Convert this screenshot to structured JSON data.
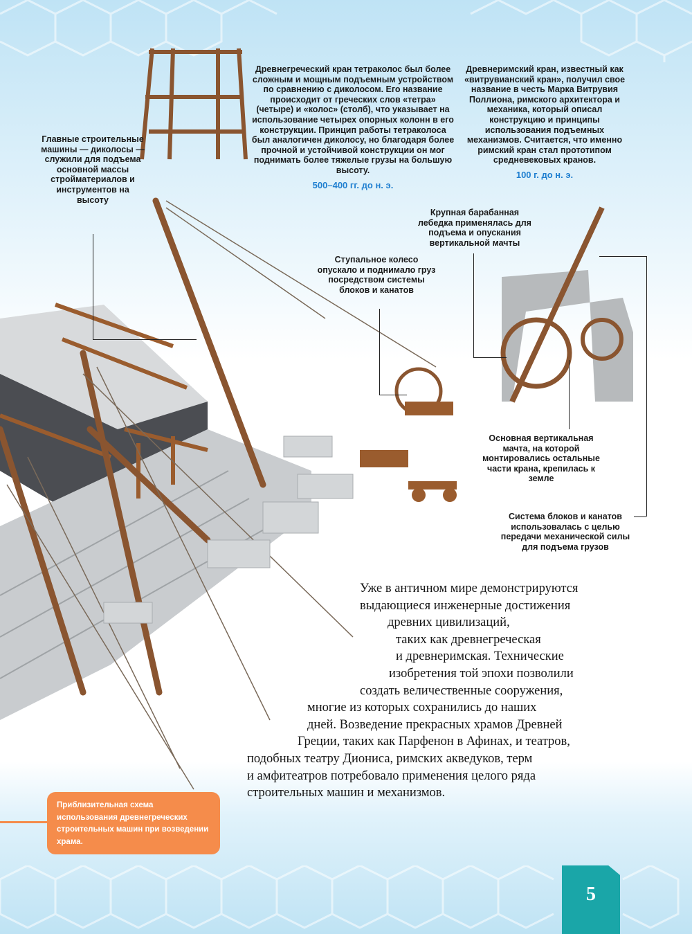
{
  "captions": {
    "tetrakolos": "Древнегреческий кран тетраколос был более сложным и мощным подъемным устройством по сравнению с диколосом. Его название происходит от греческих слов «тетра» (четыре) и «колос» (столб), что указывает на использование четырех опорных колонн в его конструкции. Принцип работы тетраколоса был аналогичен диколосу, но благодаря более прочной и устойчивой конструкции он мог поднимать более тяжелые грузы на большую высоту.",
    "tetrakolos_date": "500–400 гг. до н. э.",
    "vitruvius": "Древнеримский кран, известный как «витрувианский кран», получил свое название в честь Марка Витрувия Поллиона, римского архитектора и механика, который описал конструкцию и принципы использования подъемных механизмов. Считается, что именно римский кран стал прототипом средневековых кранов.",
    "vitruvius_date": "100 г. до н. э.",
    "dikolos": "Главные строительные машины — диколосы — служили для подъема основной массы стройматериалов и инструментов на высоту",
    "drum": "Крупная барабанная лебедка применялась для подъема и опускания вертикальной мачты",
    "treadwheel": "Ступальное колесо опускало и поднимало груз посредством системы блоков и канатов",
    "mast": "Основная вертикальная мачта, на которой монтировались остальные части крана, крепилась к земле",
    "pulleys": "Система блоков и канатов использовалась с целью передачи механической силы для подъема грузов"
  },
  "main_text": [
    "Уже в античном мире демонстрируются",
    "выдающиеся инженерные достижения",
    "древних цивилизаций,",
    "таких как древнегреческая",
    "и древнеримская. Технические",
    "изобретения той эпохи позволили",
    "создать величественные сооружения,",
    "многие из которых сохранились до наших",
    "дней. Возведение прекрасных храмов Древней",
    "Греции, таких как Парфенон в Афинах, и театров,",
    "подобных театру Диониса, римских акведуков, терм",
    "и амфитеатров потребовало применения целого ряда",
    "строительных машин и механизмов."
  ],
  "note": "Приблизительная схема использования древнегреческих строительных машин при возведении храма.",
  "page_number": "5",
  "colors": {
    "accent_orange": "#f58c4b",
    "date_blue": "#1f7fd0",
    "page_tab": "#1aa6a8"
  }
}
